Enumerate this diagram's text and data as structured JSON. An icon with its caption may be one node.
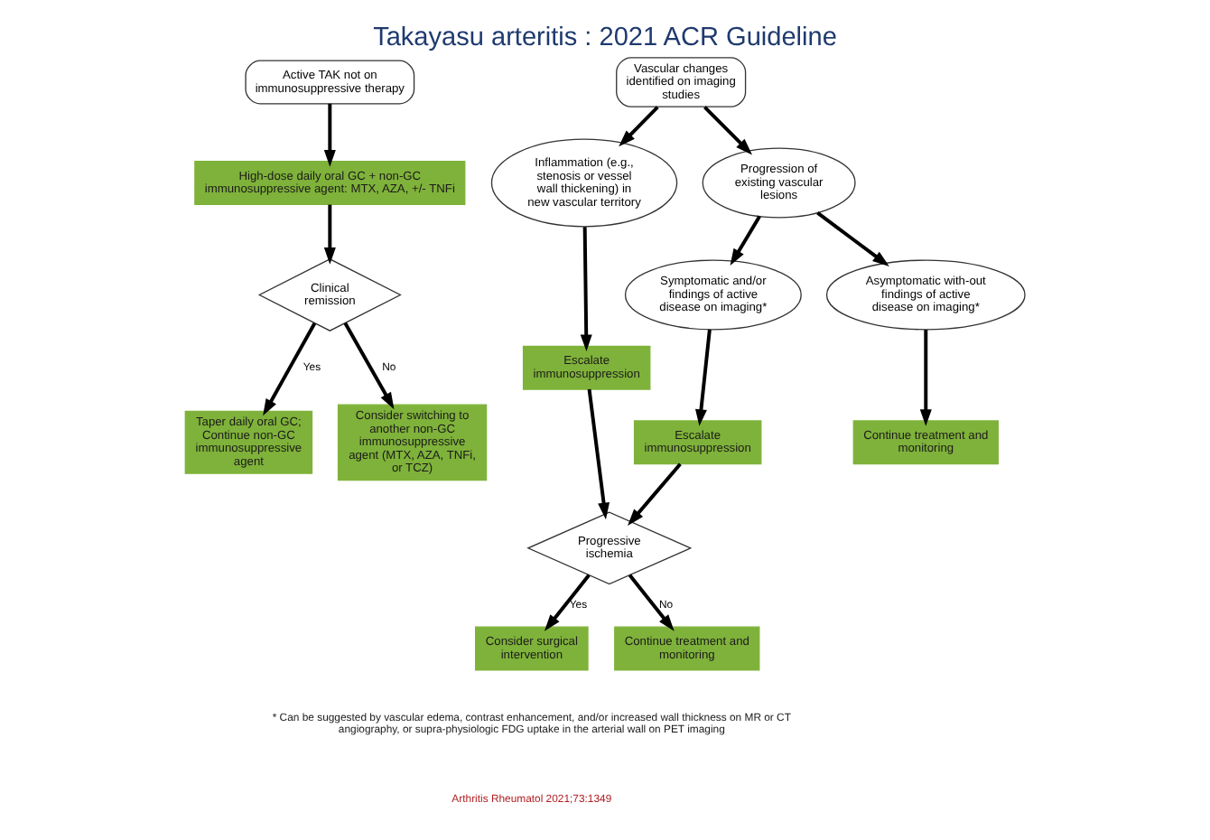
{
  "diagram": {
    "title": "Takayasu arteritis : 2021 ACR Guideline",
    "nodes": [
      {
        "text": [
          "Active TAK not on immunosuppressive therapy"
        ]
      },
      {
        "text": [
          "High-dose daily oral GC + non-GC immunosuppressive agent: MTX, AZA, +/- TNFi"
        ]
      },
      {
        "text": [
          "Clinical remission"
        ]
      },
      {
        "text": [
          "Taper daily oral GC; Continue non-GC immunosuppressive agent"
        ]
      },
      {
        "text": [
          "Consider switching to another non-GC immunosuppressive agent (MTX, AZA, TNFi, or TCZ)"
        ]
      },
      {
        "text": [
          "Vascular changes identified on imaging studies"
        ]
      },
      {
        "text": [
          "Inflammation (e.g., stenosis or vessel wall thickening) in new vascular territory"
        ]
      },
      {
        "text": [
          "Progression of existing vascular lesions"
        ]
      },
      {
        "text": [
          "Symptomatic and/or findings of active disease on imaging*"
        ]
      },
      {
        "text": [
          "Asymptomatic with-out findings of active disease on imaging*"
        ]
      },
      {
        "text": [
          "Escalate immunosuppression"
        ]
      },
      {
        "text": [
          "Escalate immunosuppression"
        ]
      },
      {
        "text": [
          "Continue treatment and monitoring"
        ]
      },
      {
        "text": [
          "Progressive ischemia"
        ]
      },
      {
        "text": [
          "Consider surgical intervention"
        ]
      },
      {
        "text": [
          "Continue treatment and monitoring"
        ]
      }
    ],
    "edges": [
      {
        "from": 0,
        "to": 1,
        "arrow": "to"
      },
      {
        "from": 1,
        "to": 2,
        "arrow": "to"
      },
      {
        "from": 2,
        "to": 3,
        "arrow": "to",
        "label": "Yes"
      },
      {
        "from": 2,
        "to": 4,
        "arrow": "to",
        "label": "No"
      },
      {
        "from": 5,
        "to": 6,
        "arrow": "to"
      },
      {
        "from": 5,
        "to": 7,
        "arrow": "to"
      },
      {
        "from": 7,
        "to": 8,
        "arrow": "to"
      },
      {
        "from": 7,
        "to": 9,
        "arrow": "to"
      },
      {
        "from": 6,
        "to": 10,
        "arrow": "to"
      },
      {
        "from": 8,
        "to": 11,
        "arrow": "to"
      },
      {
        "from": 9,
        "to": 12,
        "arrow": "to"
      },
      {
        "from": 10,
        "to": 13,
        "arrow": "to"
      },
      {
        "from": 11,
        "to": 13,
        "arrow": "to"
      },
      {
        "from": 13,
        "to": 14,
        "arrow": "to",
        "label": "Yes"
      },
      {
        "from": 13,
        "to": 15,
        "arrow": "to",
        "label": "No"
      }
    ],
    "labels": [
      "* Can be suggested by vascular edema, contrast enhancement, and/or increased wall thickness on MR or CT angiography, or supra-physiologic FDG uptake in the arterial wall on PET imaging",
      "Arthritis Rheumatol 2021;73:1349"
    ]
  }
}
